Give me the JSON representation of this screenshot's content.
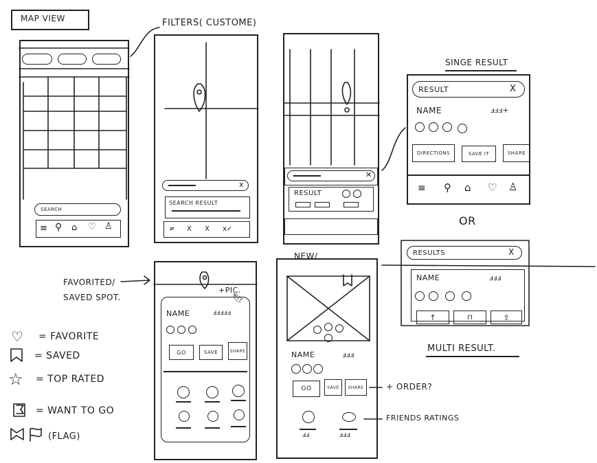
{
  "titles": {
    "map_view": "MAP VIEW",
    "filters": "FILTERS( CUSTOME)",
    "single_result": "SINGE RESULT",
    "or": "OR",
    "multi_result": "MULTI RESULT."
  },
  "screen1": {
    "search": "SEARCH"
  },
  "screen2": {
    "search_result": "SEARCH RESULT",
    "x": "X"
  },
  "screen3": {
    "result": "RESULT"
  },
  "single": {
    "result": "RESULT",
    "close": "X",
    "name": "NAME",
    "rating": "ⅎⅎⅎ+",
    "buttons": [
      "DIRECTIONS",
      "SAVE IT",
      "SHARE"
    ]
  },
  "multi": {
    "results": "RESULTS",
    "close": "X",
    "name": "NAME",
    "rating": "ⅎⅎⅎ"
  },
  "favorited": {
    "annotation": "FAVORITED/ SAVED SPOT.",
    "pic": "+PIC.",
    "name": "NAME",
    "rating": "ⅎⅎⅎⅎⅎ",
    "buttons": [
      "GO",
      "SAVE",
      "SHARE"
    ]
  },
  "unfavorited": {
    "annotation": "NEW/ UNFAVORITED",
    "name": "NAME",
    "rating": "ⅎⅎⅎ",
    "buttons": [
      "GO",
      "SAVE",
      "SHARE"
    ],
    "order_note": "+ ORDER?",
    "friends_note": "FRIENDS RATINGS",
    "friend_ratings": [
      "ⅎⅎ",
      "ⅎⅎⅎ"
    ]
  },
  "legend": [
    {
      "icon": "heart-icon",
      "label": "= FAVORITE"
    },
    {
      "icon": "bookmark-icon",
      "label": "= SAVED"
    },
    {
      "icon": "star-icon",
      "label": "= TOP RATED"
    },
    {
      "icon": "flag-box-icon",
      "label": "= WANT TO GO"
    },
    {
      "icon": "flag-icon",
      "label": "(FLAG)"
    }
  ]
}
